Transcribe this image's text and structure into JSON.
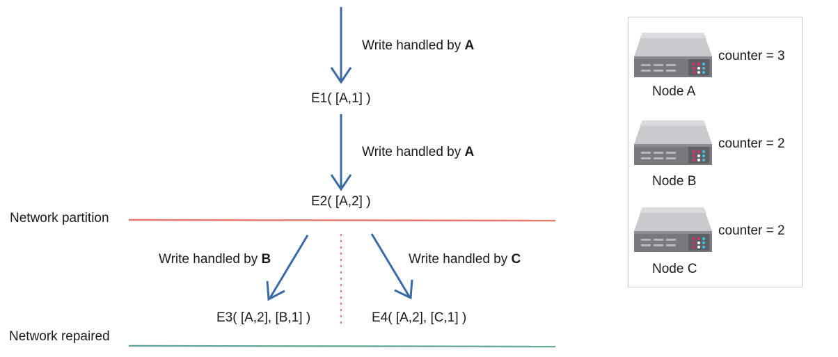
{
  "events": {
    "e1": "E1( [A,1] )",
    "e2": "E2( [A,2] )",
    "e3": "E3( [A,2], [B,1] )",
    "e4": "E4( [A,2], [C,1] )"
  },
  "writes": {
    "w1": {
      "prefix": "Write handled by ",
      "node": "A"
    },
    "w2": {
      "prefix": "Write handled by ",
      "node": "A"
    },
    "w3": {
      "prefix": "Write handled by ",
      "node": "B"
    },
    "w4": {
      "prefix": "Write handled by ",
      "node": "C"
    }
  },
  "lines": {
    "partition_label": "Network partition",
    "repaired_label": "Network repaired",
    "partition_color": "#e8776b",
    "repaired_color": "#6aa9a0"
  },
  "arrow_color": "#3b6ba5",
  "nodes": [
    {
      "name": "Node A",
      "counter": "counter = 3",
      "icon": "server-icon"
    },
    {
      "name": "Node B",
      "counter": "counter = 2",
      "icon": "server-icon"
    },
    {
      "name": "Node C",
      "counter": "counter = 2",
      "icon": "server-icon"
    }
  ]
}
